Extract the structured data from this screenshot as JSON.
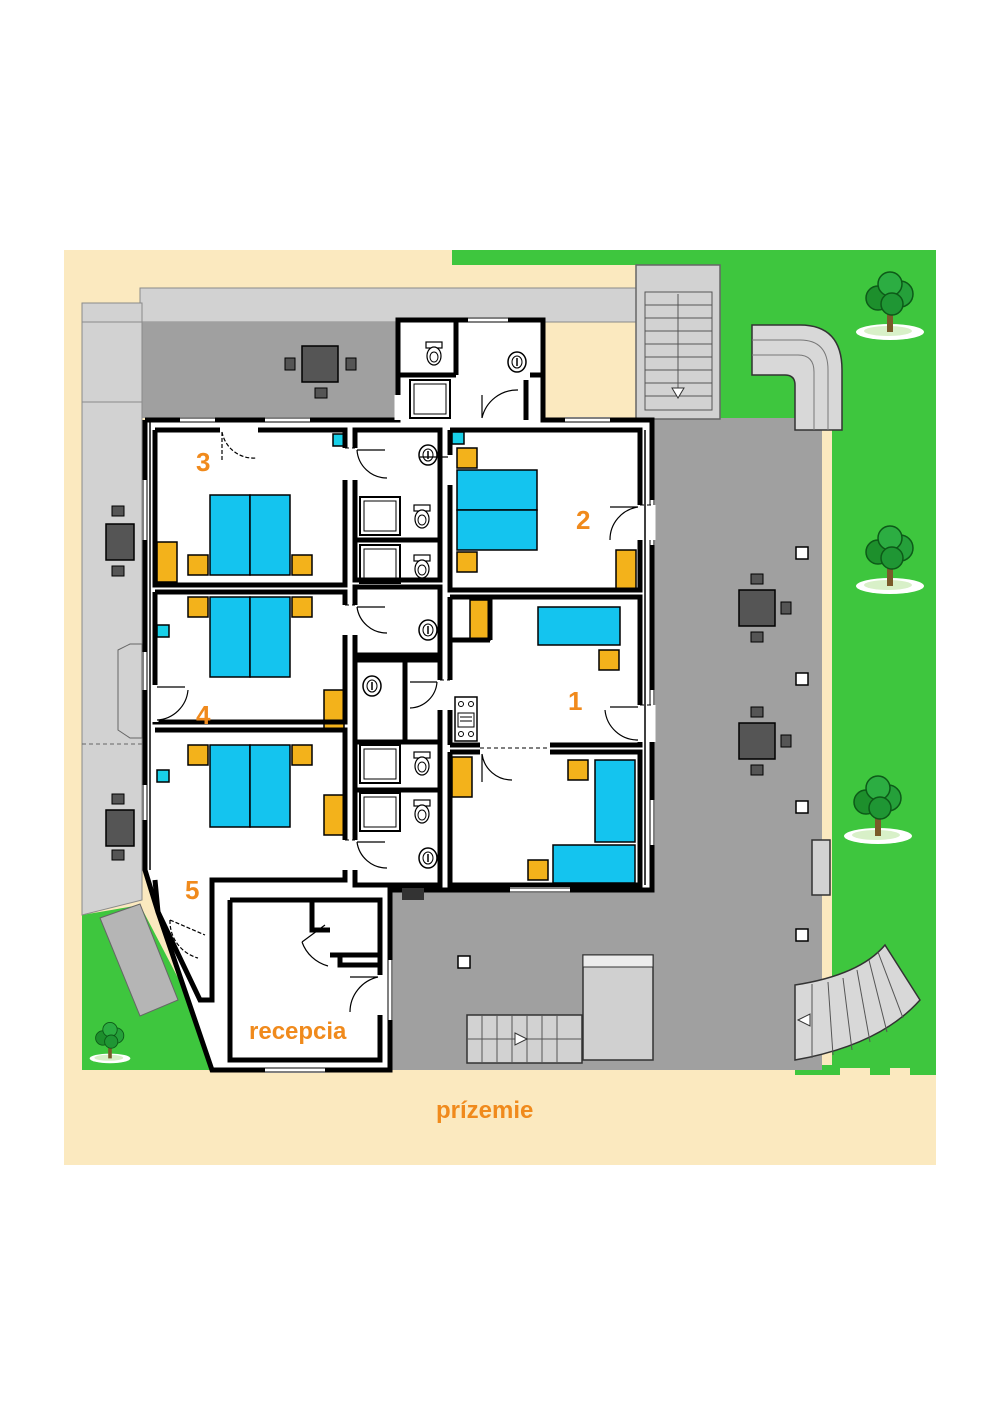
{
  "labels": {
    "room1": "1",
    "room2": "2",
    "room3": "3",
    "room4": "4",
    "room5": "5",
    "reception": "recepcia",
    "floor": "prízemie"
  },
  "colors": {
    "sand": "#fbe9bf",
    "grass": "#3ec63e",
    "terrace": "#a0a0a0",
    "terrace_light": "#d2d2d2",
    "wall": "#000000",
    "bed": "#14c4ef",
    "bedside": "#f3b21b",
    "sink": "#18d0e8",
    "table": "#555555",
    "label": "#f08a1c"
  },
  "icons": [
    "tree-icon",
    "table-with-chairs-icon",
    "toilet-icon",
    "washbasin-icon",
    "shower-icon",
    "stove-icon",
    "door-swing-icon",
    "staircase-icon"
  ]
}
